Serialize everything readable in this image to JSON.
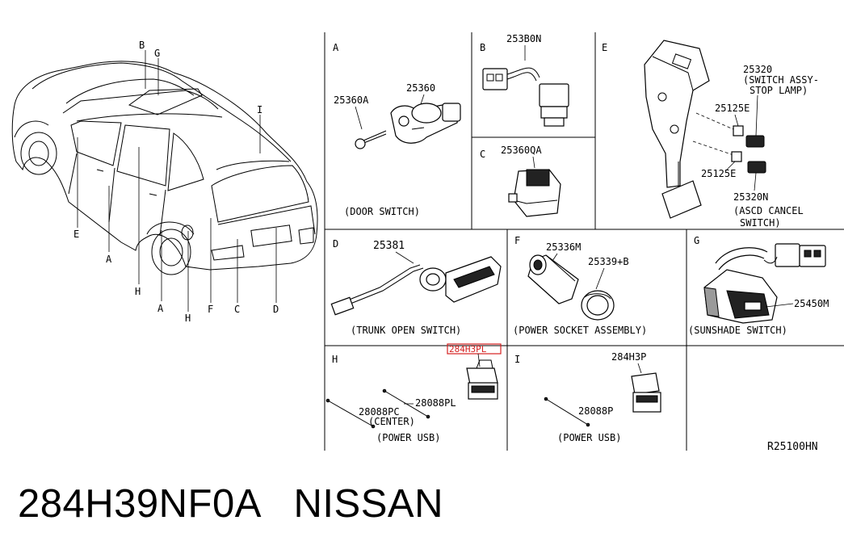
{
  "car_callouts": [
    "B",
    "G",
    "I",
    "E",
    "A",
    "H",
    "A",
    "H",
    "F",
    "C",
    "D"
  ],
  "panels": {
    "A": {
      "letter": "A",
      "parts": [
        "25360A",
        "25360"
      ],
      "caption": "(DOOR SWITCH)"
    },
    "B": {
      "letter": "B",
      "parts": [
        "253B0N"
      ]
    },
    "C": {
      "letter": "C",
      "parts": [
        "25360QA"
      ]
    },
    "E": {
      "letter": "E",
      "parts": [
        "25320",
        "(SWITCH ASSY-",
        "STOP LAMP)",
        "25125E",
        "25125E",
        "25320N",
        "(ASCD CANCEL",
        "SWITCH)"
      ]
    },
    "D": {
      "letter": "D",
      "parts": [
        "25381"
      ],
      "caption": "(TRUNK OPEN SWITCH)"
    },
    "F": {
      "letter": "F",
      "parts": [
        "25336M",
        "25339+B"
      ],
      "caption": "(POWER SOCKET ASSEMBLY)"
    },
    "G": {
      "letter": "G",
      "parts": [
        "25450M"
      ],
      "caption": "(SUNSHADE SWITCH)"
    },
    "H": {
      "letter": "H",
      "parts": [
        "284H3PL",
        "28088PL",
        "28088PC",
        "(CENTER)"
      ],
      "caption": "(POWER USB)"
    },
    "I": {
      "letter": "I",
      "parts": [
        "284H3P",
        "28088P"
      ],
      "caption": "(POWER USB)"
    }
  },
  "diagram_code": "R25100HN",
  "footer": {
    "part_number": "284H39NF0A",
    "brand": "NISSAN"
  },
  "highlight_color": "#d42020"
}
